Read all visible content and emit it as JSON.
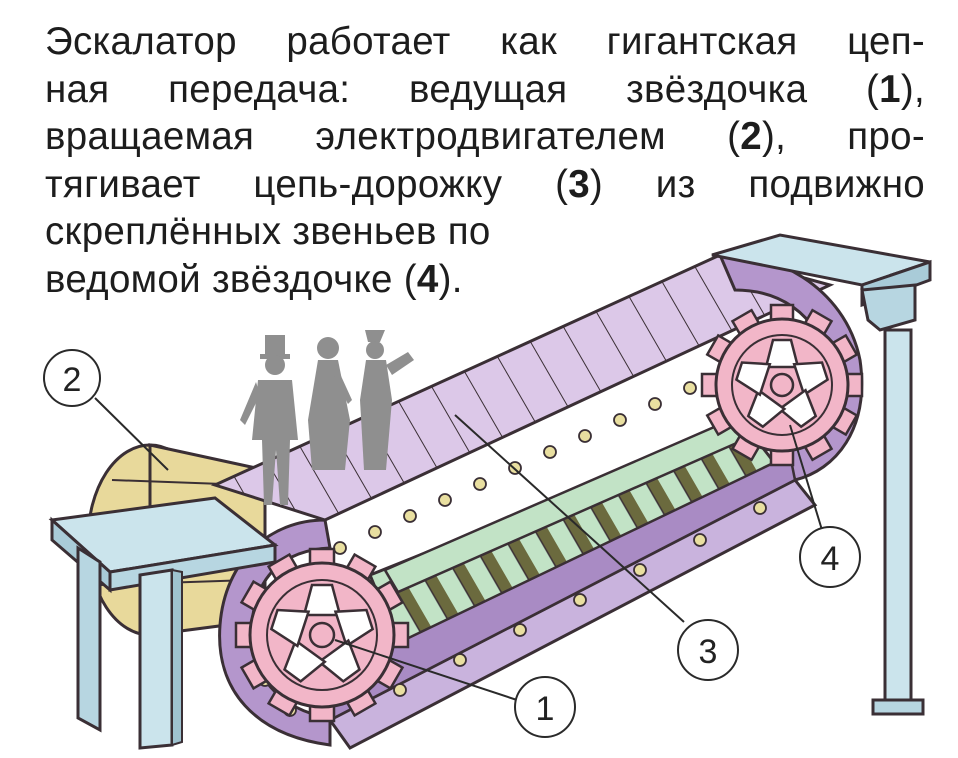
{
  "caption": {
    "line1": "Эскалатор работает как гигантская цеп-",
    "line2a": "ная передача: ведущая звёздочка (",
    "line2b": "1",
    "line2c": "),",
    "line3a": "вращаемая электродвигателем (",
    "line3b": "2",
    "line3c": "), про-",
    "line4a": "тягивает цепь-дорожку (",
    "line4b": "3",
    "line4c": ") из подвижно",
    "line5": "скреплённых звеньев по",
    "line6a": "ведомой звёздочке (",
    "line6b": "4",
    "line6c": ")."
  },
  "callouts": [
    {
      "label": "1"
    },
    {
      "label": "2"
    },
    {
      "label": "3"
    },
    {
      "label": "4"
    }
  ],
  "colors": {
    "track_links": "#d9c6e6",
    "track_edge": "#9a78b8",
    "sprocket": "#f2b6c8",
    "rollers": "#bfe1c4",
    "motor": "#e7d79a",
    "platform": "#c9e3ec",
    "figures": "#8f8f8f",
    "outline": "#3a2f35"
  }
}
